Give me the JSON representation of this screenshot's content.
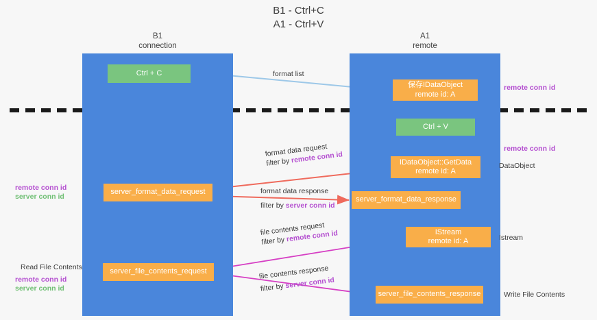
{
  "title": {
    "line1": "B1 - Ctrl+C",
    "line2": "A1 - Ctrl+V"
  },
  "lanes": [
    {
      "name": "B1",
      "sub": "connection"
    },
    {
      "name": "A1",
      "sub": "remote"
    }
  ],
  "boxes": {
    "ctrl_c": {
      "line1": "Ctrl + C"
    },
    "save_dataobject": {
      "line1": "保存IDataObject",
      "line2": "remote id: A"
    },
    "ctrl_v": {
      "line1": "Ctrl + V"
    },
    "getdata": {
      "line1": "IDataObject::GetData",
      "line2": "remote id: A"
    },
    "server_format_data_request": {
      "line1": "server_format_data_request"
    },
    "server_format_data_response": {
      "line1": "server_format_data_response"
    },
    "istream": {
      "line1": "IStream",
      "line2": "remote id: A"
    },
    "server_file_contents_request": {
      "line1": "server_file_contents_request"
    },
    "server_file_contents_response": {
      "line1": "server_file_contents_response"
    }
  },
  "edge_labels": {
    "format_list": "format list",
    "format_data_request": "format data request",
    "format_data_request_filter_prefix": "filter by ",
    "format_data_request_filter_key": "remote conn id",
    "format_data_response": "format data response",
    "format_data_response_filter_prefix": "filter by ",
    "format_data_response_filter_key": "server conn id",
    "file_contents_request": "file contents request",
    "file_contents_request_filter_prefix": "filter by ",
    "file_contents_request_filter_key": "remote conn id",
    "file_contents_response": "file contents response",
    "file_contents_response_filter_prefix": "filter by ",
    "file_contents_response_filter_key": "server conn id"
  },
  "side_labels": {
    "remote_conn_id_top": "remote conn id",
    "remote_conn_id_mid": "remote conn id",
    "dataobject": "DataObject",
    "istream": "Istream",
    "write_file_contents": "Write File Contents",
    "left_remote_conn_id": "remote conn id",
    "left_server_conn_id": "server conn id",
    "read_file_contents": "Read File Contents",
    "left_remote_conn_id_2": "remote conn id",
    "left_server_conn_id_2": "server conn id"
  },
  "colors": {
    "lane": "#4a86db",
    "box_green": "#7ac57f",
    "box_orange": "#f9ae49",
    "remote_conn": "#b44fd0",
    "server_conn": "#6fbf73",
    "arrow_blue": "#9dc8e8",
    "arrow_red": "#ef6a5c",
    "arrow_magenta": "#d63fc4",
    "arrow_black": "#1a1a1a",
    "divider": "#1a1a1a",
    "background": "#f7f7f7"
  }
}
